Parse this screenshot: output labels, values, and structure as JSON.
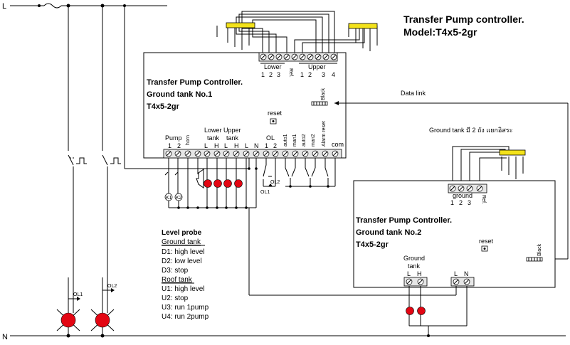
{
  "title": {
    "line1": "Transfer Pump controller.",
    "line2": "Model:T4x5-2gr"
  },
  "rails": {
    "live": "L",
    "neutral": "N"
  },
  "controller1": {
    "name": "Transfer Pump Controller.",
    "tank": "Ground tank No.1",
    "model": "T4x5-2gr",
    "top_group_lower": "Lower",
    "top_group_upper": "Upper",
    "top_lower_numbers": [
      "1",
      "2",
      "3"
    ],
    "top_ref": "Ref.",
    "top_upper_numbers": [
      "1",
      "2",
      "3",
      "4"
    ],
    "black_label": "Black",
    "reset_label": "reset",
    "bottom_pump": "Pump",
    "bottom_pump_numbers": [
      "1",
      "2"
    ],
    "bottom_horn": "horn",
    "bottom_lower_tank": [
      "Lower",
      "tank"
    ],
    "bottom_upper_tank": [
      "Upper",
      "tank"
    ],
    "bottom_LH": [
      "L",
      "H",
      "L",
      "H"
    ],
    "bottom_L": "L",
    "bottom_N": "N",
    "bottom_OL": "OL",
    "bottom_OL_numbers": [
      "1",
      "2"
    ],
    "bottom_switches": [
      "auto1",
      "man1",
      "auto2",
      "man2",
      "Alarm reset"
    ],
    "bottom_com": "com"
  },
  "data_link": "Data link",
  "ground_tank_note": "Ground tank มี 2 ถัง แยกอิสระ",
  "controller2": {
    "name": "Transfer Pump Controller.",
    "tank": "Ground tank No.2",
    "model": "T4x5-2gr",
    "top_group": "ground",
    "top_numbers": [
      "1",
      "2",
      "3"
    ],
    "top_ref": "Ref.",
    "black_label": "Black",
    "reset_label": "reset",
    "bottom_ground_tank": [
      "Ground",
      "tank"
    ],
    "bottom_LH": [
      "L",
      "H"
    ],
    "bottom_LN": [
      "L",
      "N"
    ]
  },
  "contacts": {
    "ol1": "OL1",
    "ol2": "OL2",
    "k1": "K1",
    "k2": "K2"
  },
  "level_probe": {
    "heading": "Level probe",
    "ground_heading": "Ground tank",
    "ground_items": [
      "D1: high level",
      "D2: low level",
      "D3: stop"
    ],
    "roof_heading": "Roof tank",
    "roof_items": [
      "U1: high level",
      "U2: stop",
      "U3: run 1pump",
      "U4: run 2pump"
    ]
  },
  "colors": {
    "lamp": "#e30613",
    "probe": "#f3e21a",
    "terminal": "#e6e6e6"
  }
}
